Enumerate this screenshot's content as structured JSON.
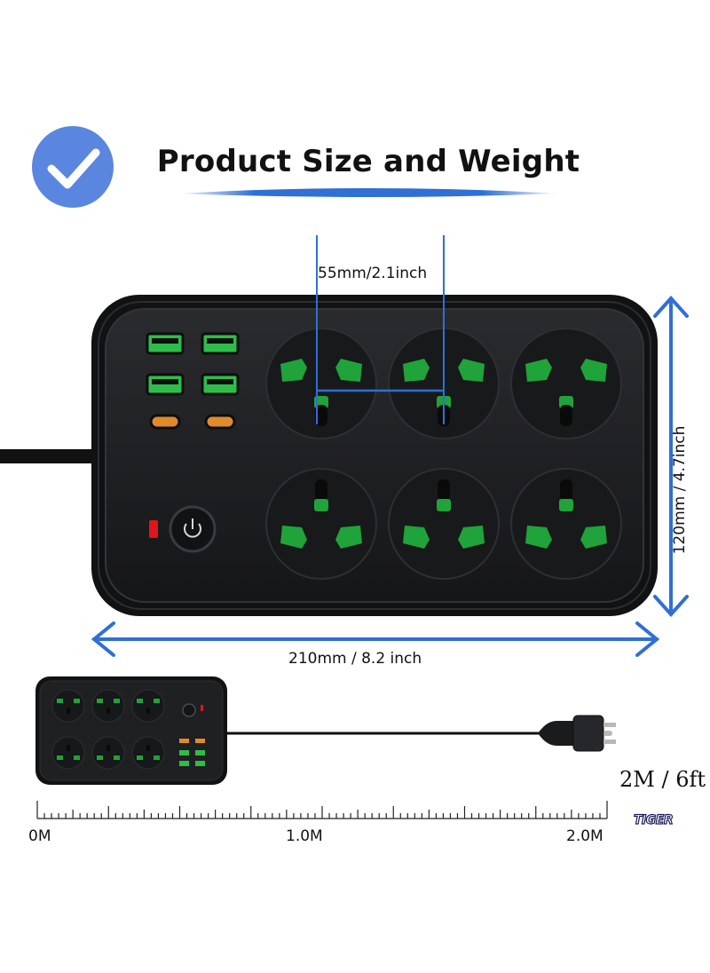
{
  "title": "Product Size and Weight",
  "dimensions": {
    "socket_spacing": "55mm/2.1inch",
    "length": "210mm / 8.2 inch",
    "height": "120mm / 4.7inch"
  },
  "cable": {
    "length": "2M / 6ft"
  },
  "ruler": {
    "start": "0M",
    "middle": "1.0M",
    "end": "2.0M"
  },
  "brand": "TIGER",
  "colors": {
    "accent_blue": "#2f6fd6",
    "badge_blue": "#5a86e0",
    "body": "#1c1d1f",
    "socket_green": "#1fa33a",
    "usb_green": "#2ebd4a",
    "usb_c_orange": "#e08a2a",
    "indicator_red": "#e0151b"
  }
}
